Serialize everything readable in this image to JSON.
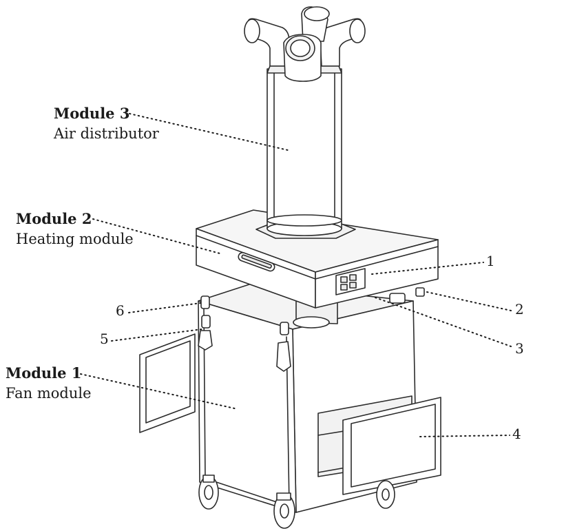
{
  "modules": [
    {
      "title": "Module 3",
      "name": "Air distributor"
    },
    {
      "title": "Module 2",
      "name": "Heating module"
    },
    {
      "title": "Module 1",
      "name": "Fan module"
    }
  ],
  "callouts": [
    "1",
    "2",
    "3",
    "4",
    "5",
    "6"
  ],
  "colors": {
    "line": "#2b2b2b",
    "panel": "#ffffff",
    "shade": "#e9e9e9",
    "label": "#1a1a1a"
  }
}
